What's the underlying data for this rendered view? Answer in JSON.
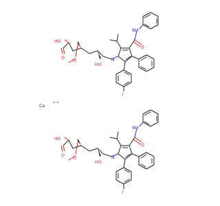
{
  "labels": {
    "oh_acid": "HO",
    "o_carbonyl": "O",
    "o_methoxy": "O",
    "oh_hydroxyl": "HO",
    "n_ring": "N",
    "nh_amide": "NH",
    "o_amide": "O",
    "fluorine": "F"
  },
  "counter_ion": {
    "element": "Ca",
    "charge": "^^"
  },
  "colors": {
    "carbon": "#262626",
    "oxygen": "#d12020",
    "nitrogen": "#2634c9",
    "fluorine": "#6a9a3e",
    "background": "#ffffff"
  }
}
